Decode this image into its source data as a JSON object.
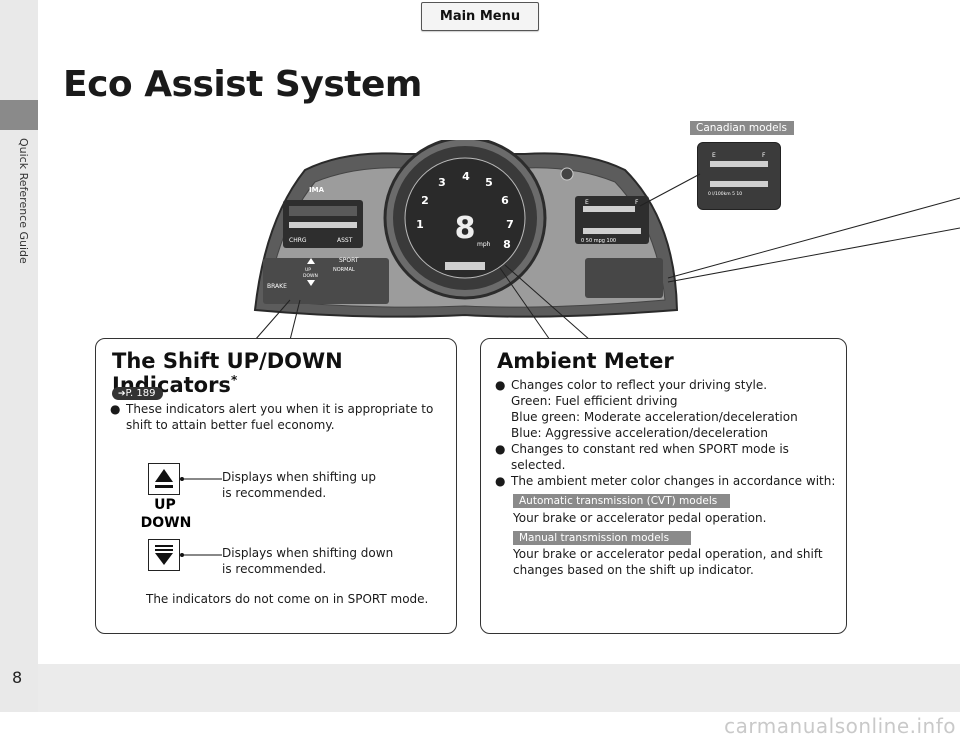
{
  "nav": {
    "main_menu": "Main Menu"
  },
  "sidebar": {
    "section": "Quick Reference Guide"
  },
  "page": {
    "title": "Eco Assist System",
    "number": "8"
  },
  "tags": {
    "canadian": "Canadian models",
    "cvt": "Automatic transmission (CVT) models",
    "manual": "Manual transmission models"
  },
  "dash_labels": {
    "ima": "IMA",
    "chrg": "CHRG",
    "asst": "ASST",
    "brake": "BRAKE",
    "sport": "SPORT",
    "normal": "NORMAL",
    "up": "UP",
    "down": "DOWN",
    "mph": "mph",
    "speed": "8",
    "gauge_nums": [
      "1",
      "2",
      "3",
      "4",
      "5",
      "6",
      "7",
      "8"
    ],
    "fuel_e": "E",
    "fuel_f": "F",
    "inset_scale": "0  l/100km  5          10",
    "main_scale": "0       50   mpg  100"
  },
  "shift": {
    "heading": "The Shift UP/DOWN Indicators",
    "asterisk": "*",
    "ref": "P. 189",
    "bullet": "These indicators alert you when it is appropriate to shift to attain better fuel economy.",
    "up_label": "UP",
    "down_label": "DOWN",
    "up_desc_1": "Displays when shifting up",
    "up_desc_2": "is recommended.",
    "down_desc_1": "Displays when shifting down",
    "down_desc_2": "is recommended.",
    "note": "The indicators do not come on in SPORT mode."
  },
  "ambient": {
    "heading": "Ambient Meter",
    "b1": "Changes color to reflect your driving style.",
    "b1_l1": "Green: Fuel efficient driving",
    "b1_l2": "Blue green: Moderate acceleration/deceleration",
    "b1_l3": "Blue: Aggressive acceleration/deceleration",
    "b2_1": "Changes to constant red when SPORT mode is",
    "b2_2": "selected.",
    "b3": "The ambient meter color changes in accordance with:",
    "cvt_text": "Your brake or accelerator pedal operation.",
    "manual_text_1": "Your brake or accelerator pedal operation, and shift",
    "manual_text_2": "changes based on the shift up indicator."
  },
  "watermark": "carmanualsonline.info"
}
